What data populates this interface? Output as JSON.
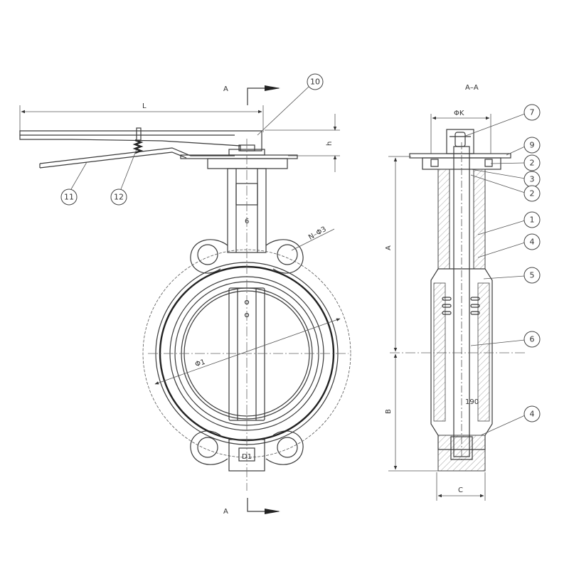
{
  "section_labels": {
    "top_a": "A",
    "bottom_a": "A",
    "section_title": "A–A"
  },
  "dimensions": {
    "L": "L",
    "h": "h",
    "N_phi3": "N–Φ3",
    "phi1": "Φ1",
    "phiK": "ΦK",
    "A": "A",
    "B": "B",
    "C": "C",
    "D1": "D1",
    "dim_6": "6",
    "dim_190": "190"
  },
  "callouts": [
    "10",
    "11",
    "12",
    "7",
    "9",
    "2",
    "3",
    "2",
    "1",
    "4",
    "5",
    "6",
    "4"
  ],
  "colors": {
    "line": "#3a3a3a",
    "background": "#ffffff"
  }
}
